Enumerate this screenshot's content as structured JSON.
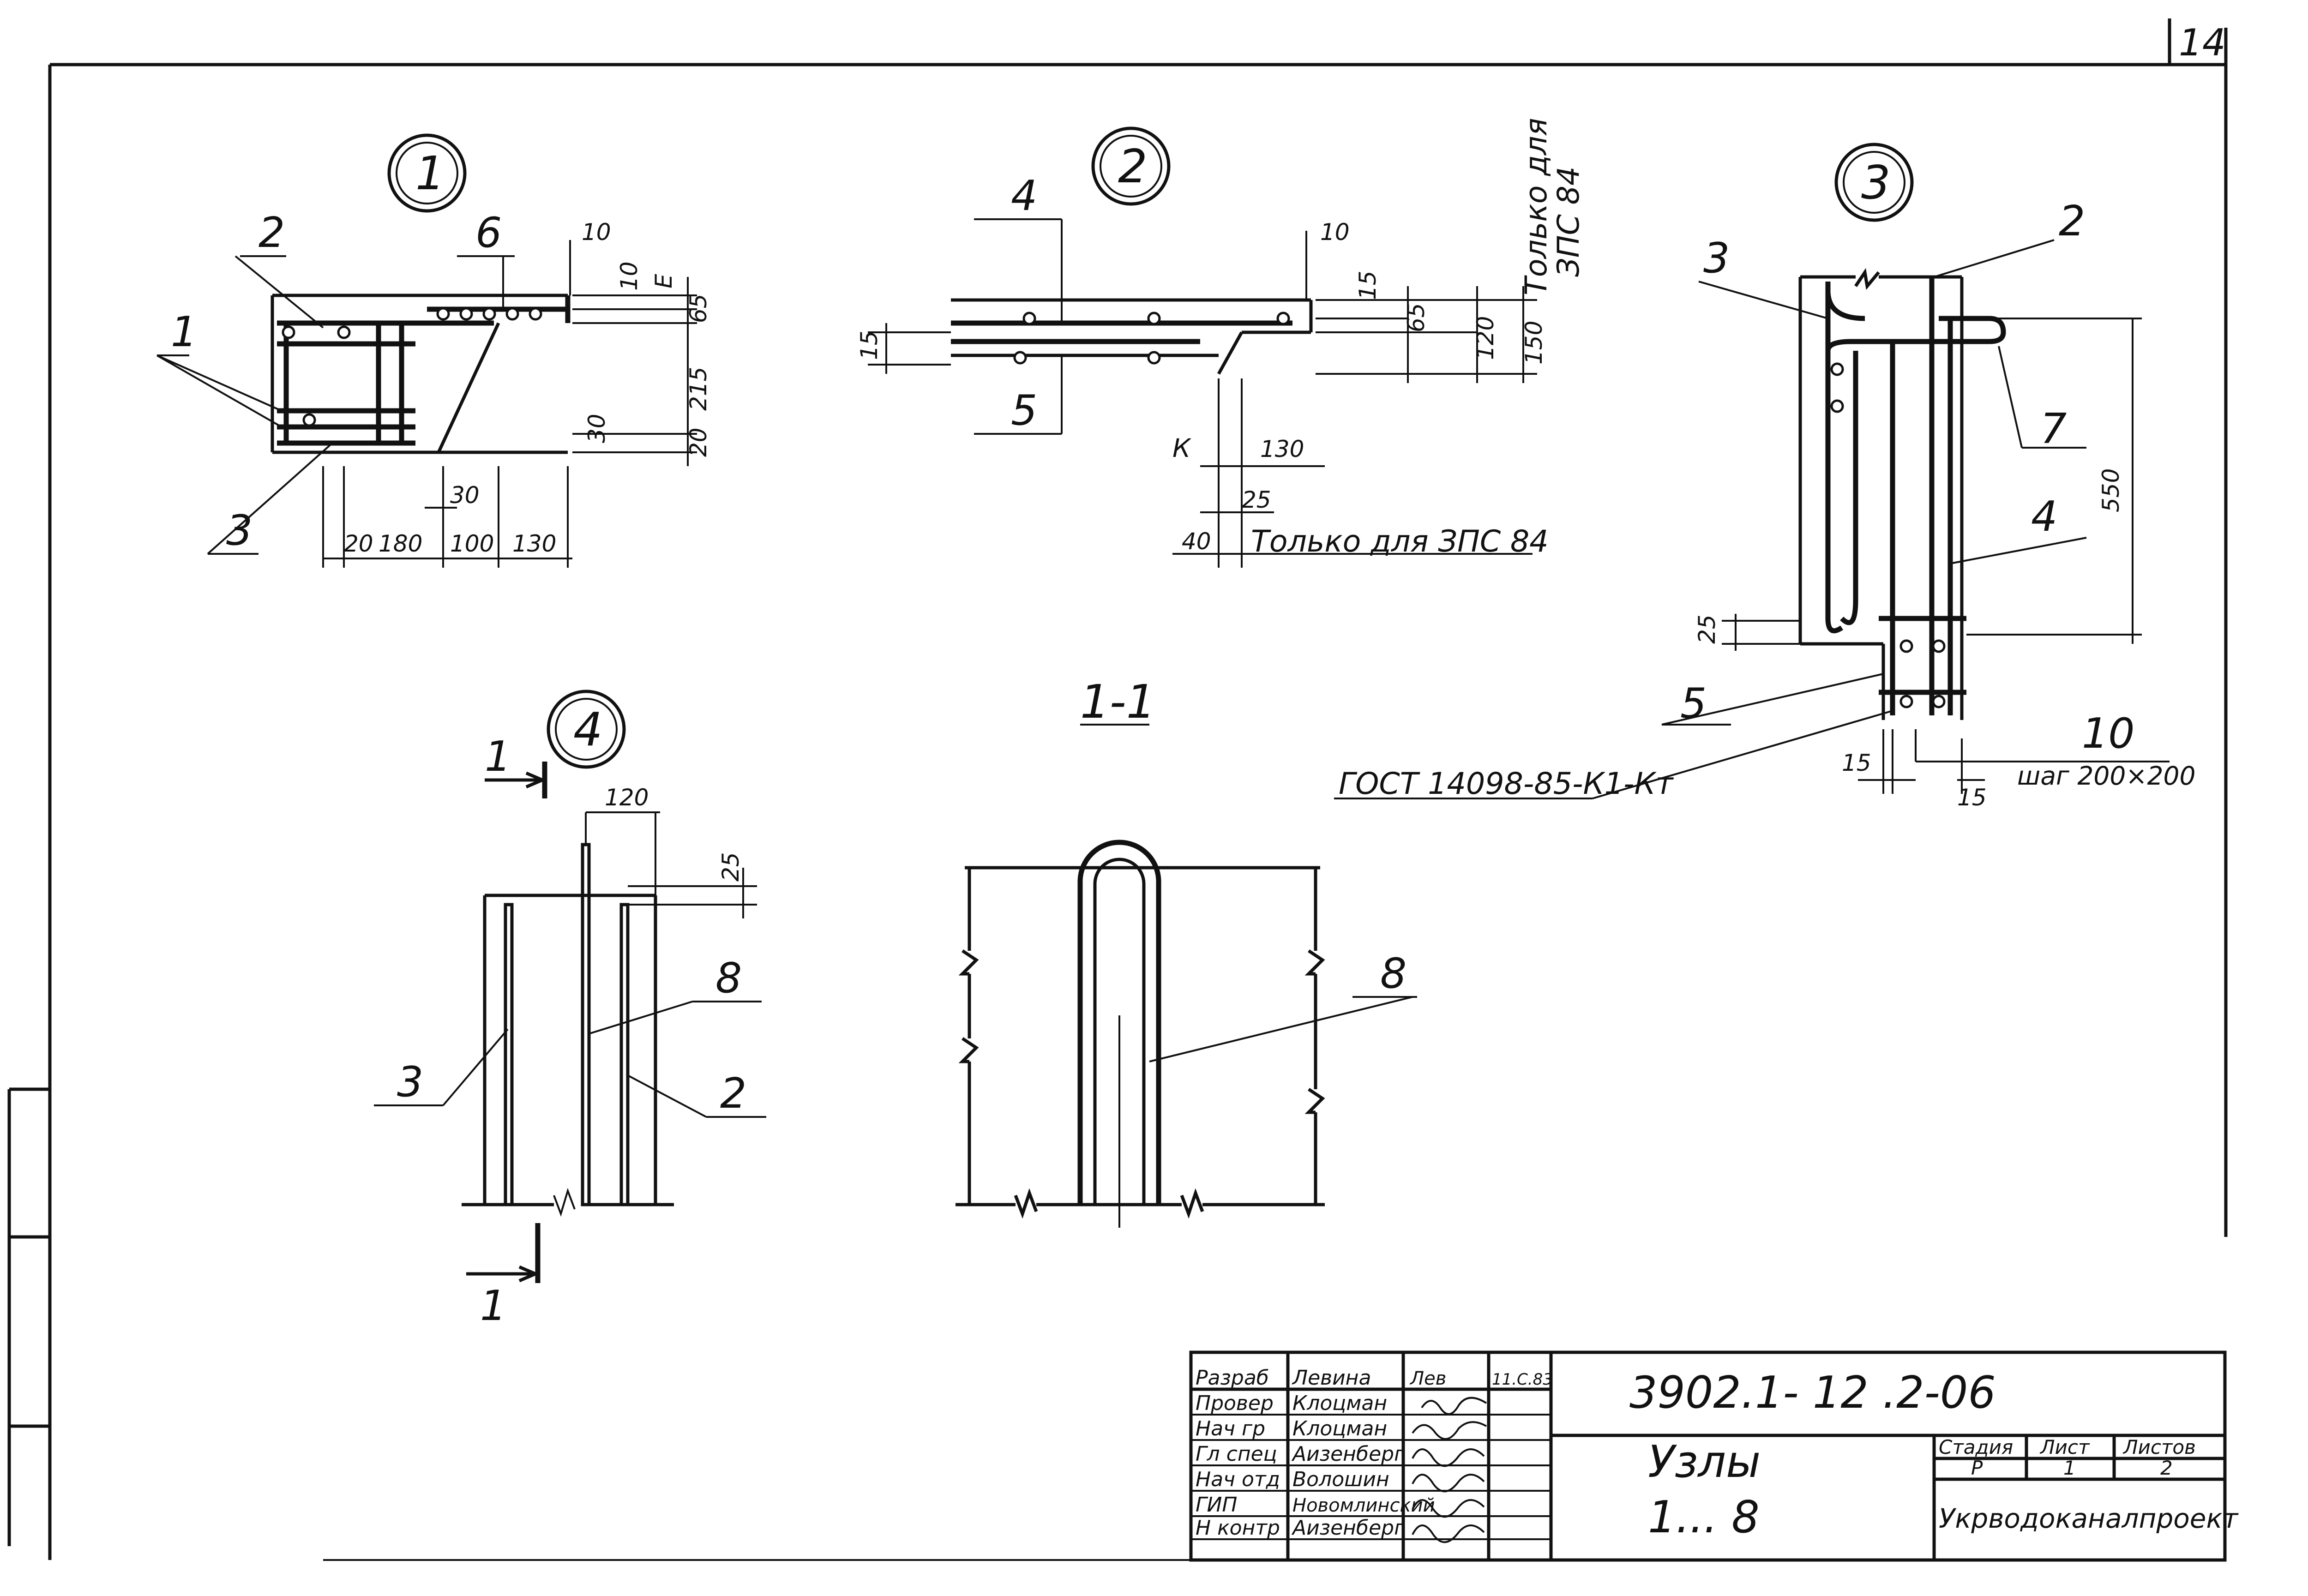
{
  "sheet": {
    "page_number": "14",
    "node_labels": {
      "n1": "1",
      "n2": "2",
      "n3": "3",
      "n4": "4"
    },
    "section_title": "1-1",
    "section_marks": {
      "top": "1",
      "bottom": "1"
    },
    "only_for_text": "Только для ЗПС 84",
    "only_for_vertical_1": "Только для",
    "only_for_vertical_2": "ЗПС 84",
    "standard_ref": "ГОСТ 14098-85-К1-Кт",
    "step_note": "шаг 200×200",
    "node1": {
      "pos": [
        "1",
        "2",
        "3",
        "6"
      ],
      "dims": [
        "10",
        "10",
        "Е",
        "65",
        "215",
        "20",
        "30",
        "30",
        "20",
        "180",
        "100",
        "130"
      ]
    },
    "node2": {
      "pos": [
        "4",
        "5"
      ],
      "dims": [
        "10",
        "15",
        "65",
        "120",
        "150",
        "15",
        "К",
        "130",
        "25",
        "40"
      ]
    },
    "node3": {
      "pos": [
        "2",
        "3",
        "4",
        "5",
        "7",
        "10"
      ],
      "dims": [
        "550",
        "25",
        "15",
        "15"
      ]
    },
    "node4": {
      "pos": [
        "2",
        "3",
        "8"
      ],
      "dims": [
        "120",
        "25"
      ]
    },
    "section": {
      "pos": [
        "8"
      ]
    }
  },
  "title_block": {
    "code": "3902.1- 12 .2-06",
    "name_line1": "Узлы",
    "name_line2": "1... 8",
    "org": "Укрводоканалпроект",
    "stage_header": "Стадия",
    "sheet_header": "Лист",
    "sheets_header": "Листов",
    "stage": "Р",
    "sheet": "1",
    "sheets": "2",
    "date": "11.С.83",
    "signatures": [
      {
        "role": "Разраб",
        "name": "Левина",
        "sign": "Лев"
      },
      {
        "role": "Провер",
        "name": "Клоцман",
        "sign": ""
      },
      {
        "role": "Нач гр",
        "name": "Клоцман",
        "sign": ""
      },
      {
        "role": "Гл спец",
        "name": "Аизенберг",
        "sign": ""
      },
      {
        "role": "Нач отд",
        "name": "Волошин",
        "sign": ""
      },
      {
        "role": "ГИП",
        "name": "Новомлинский",
        "sign": ""
      },
      {
        "role": "Н контр",
        "name": "Аизенберг",
        "sign": ""
      }
    ]
  }
}
